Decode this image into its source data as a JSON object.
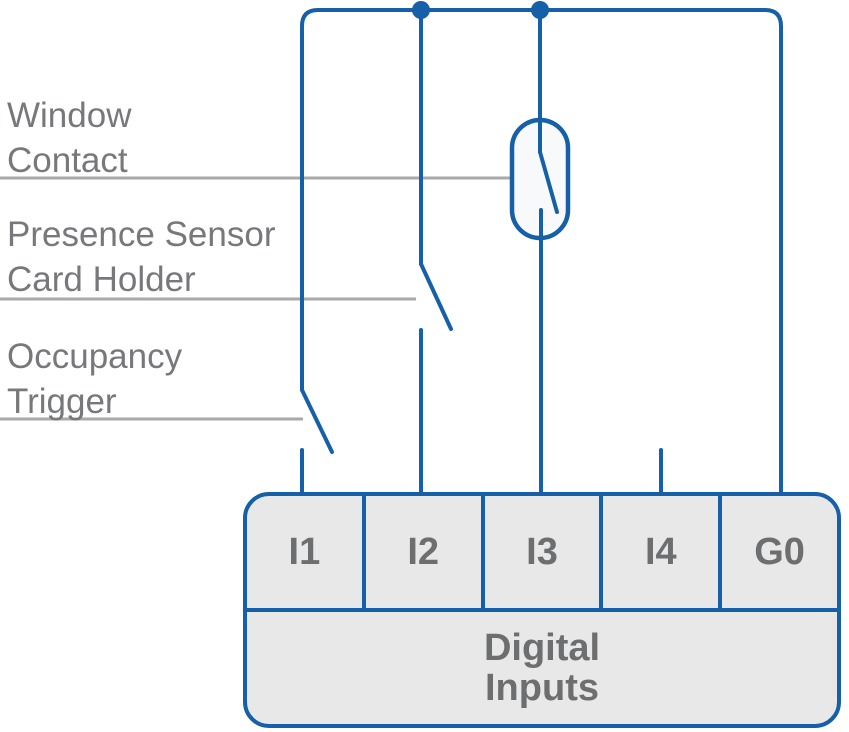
{
  "diagram": {
    "labels": [
      {
        "id": "window-contact",
        "line1": "Window",
        "line2": "Contact"
      },
      {
        "id": "presence-sensor",
        "line1": "Presence Sensor",
        "line2": "Card Holder"
      },
      {
        "id": "occupancy-trigger",
        "line1": "Occupancy",
        "line2": "Trigger"
      }
    ],
    "terminal_block": {
      "cells": [
        "I1",
        "I2",
        "I3",
        "I4",
        "G0"
      ],
      "title_line1": "Digital",
      "title_line2": "Inputs"
    },
    "colors": {
      "wire-blue": "#1560a8",
      "pointer-gray": "#a9a9a9",
      "label-gray": "#77787b",
      "block-fill": "#e8e8e8",
      "block-text": "#6d6e70",
      "oval-fill": "#f8f9fa"
    }
  }
}
